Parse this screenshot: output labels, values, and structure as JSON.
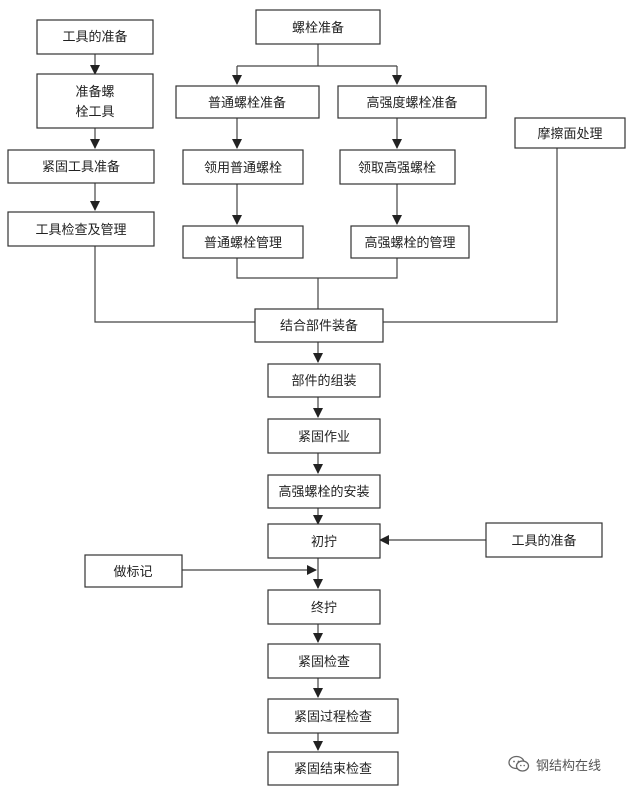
{
  "nodes": {
    "tool_prep_left": "工具的准备",
    "prep_bolt_tool_line1": "准备螺",
    "prep_bolt_tool_line2": "栓工具",
    "fasten_tool_prep": "紧固工具准备",
    "tool_check": "工具检查及管理",
    "bolt_prep": "螺栓准备",
    "normal_bolt_prep": "普通螺栓准备",
    "hs_bolt_prep": "高强度螺栓准备",
    "get_normal_bolt": "领用普通螺栓",
    "get_hs_bolt": "领取高强螺栓",
    "normal_bolt_mgmt": "普通螺栓管理",
    "hs_bolt_mgmt": "高强螺栓的管理",
    "friction_treat": "摩擦面处理",
    "joint_assembly": "结合部件装备",
    "part_assembly": "部件的组装",
    "fasten_work": "紧固作业",
    "hs_bolt_install": "高强螺栓的安装",
    "initial_tighten": "初拧",
    "tool_prep_right": "工具的准备",
    "make_mark": "做标记",
    "final_tighten": "终拧",
    "fasten_check": "紧固检查",
    "fasten_process_check": "紧固过程检查",
    "fasten_end_check": "紧固结束检查"
  },
  "watermark": {
    "icon": "wechat-icon",
    "text": "钢结构在线"
  }
}
